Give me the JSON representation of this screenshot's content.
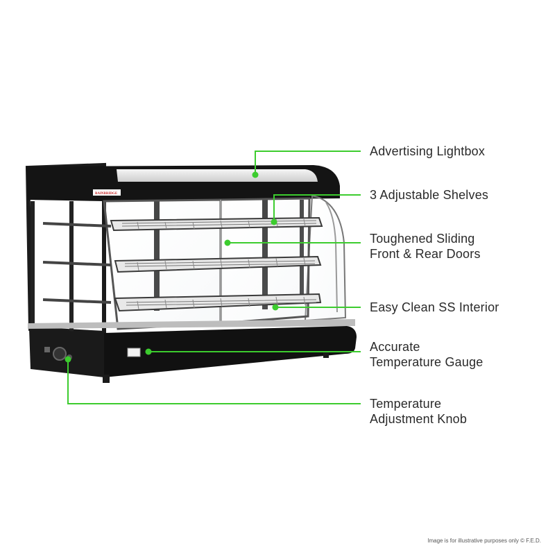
{
  "brand": "BAINBRIDGE",
  "callouts": [
    {
      "id": "advertising-lightbox",
      "lines": [
        "Advertising Lightbox"
      ]
    },
    {
      "id": "adjustable-shelves",
      "lines": [
        "3 Adjustable Shelves"
      ]
    },
    {
      "id": "sliding-doors",
      "lines": [
        "Toughened Sliding",
        "Front & Rear Doors"
      ]
    },
    {
      "id": "clean-interior",
      "lines": [
        "Easy Clean SS Interior"
      ]
    },
    {
      "id": "temperature-gauge",
      "lines": [
        "Accurate",
        "Temperature Gauge"
      ]
    },
    {
      "id": "adjustment-knob",
      "lines": [
        "Temperature",
        "Adjustment Knob"
      ]
    }
  ],
  "footnote": "Image is for illustrative purposes only  © F.E.D.",
  "colors": {
    "callout_line": "#3ccc2e",
    "callout_dot": "#3ccc2e",
    "cabinet": "#1b1b1b",
    "label_text": "#2a2a2a"
  }
}
